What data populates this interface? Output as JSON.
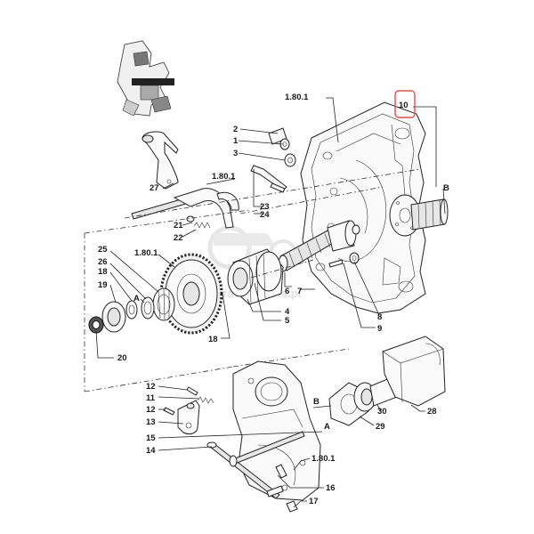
{
  "watermark": "tractor-parts.pl",
  "highlight_color": "#e05050",
  "labels": [
    {
      "id": "1801_top",
      "text": "1.80.1"
    },
    {
      "id": "10",
      "text": "10"
    },
    {
      "id": "B_top",
      "text": "B"
    },
    {
      "id": "2",
      "text": "2"
    },
    {
      "id": "1",
      "text": "1"
    },
    {
      "id": "3",
      "text": "3"
    },
    {
      "id": "1801_mid",
      "text": "1.80.1"
    },
    {
      "id": "27",
      "text": "27"
    },
    {
      "id": "23",
      "text": "23"
    },
    {
      "id": "24",
      "text": "24"
    },
    {
      "id": "21",
      "text": "21"
    },
    {
      "id": "22",
      "text": "22"
    },
    {
      "id": "25",
      "text": "25"
    },
    {
      "id": "1801_gear",
      "text": "1.80.1"
    },
    {
      "id": "26",
      "text": "26"
    },
    {
      "id": "18a",
      "text": "18"
    },
    {
      "id": "19",
      "text": "19"
    },
    {
      "id": "A_left",
      "text": "A"
    },
    {
      "id": "6",
      "text": "6"
    },
    {
      "id": "7",
      "text": "7"
    },
    {
      "id": "4",
      "text": "4"
    },
    {
      "id": "5",
      "text": "5"
    },
    {
      "id": "18b",
      "text": "18"
    },
    {
      "id": "8",
      "text": "8"
    },
    {
      "id": "9",
      "text": "9"
    },
    {
      "id": "20",
      "text": "20"
    },
    {
      "id": "12a",
      "text": "12"
    },
    {
      "id": "11",
      "text": "11"
    },
    {
      "id": "12b",
      "text": "12"
    },
    {
      "id": "13",
      "text": "13"
    },
    {
      "id": "15",
      "text": "15"
    },
    {
      "id": "A_bottom",
      "text": "A"
    },
    {
      "id": "14",
      "text": "14"
    },
    {
      "id": "B_bottom",
      "text": "B"
    },
    {
      "id": "30",
      "text": "30"
    },
    {
      "id": "28",
      "text": "28"
    },
    {
      "id": "29",
      "text": "29"
    },
    {
      "id": "1801_bottom",
      "text": "1.80.1"
    },
    {
      "id": "16",
      "text": "16"
    },
    {
      "id": "17",
      "text": "17"
    }
  ]
}
